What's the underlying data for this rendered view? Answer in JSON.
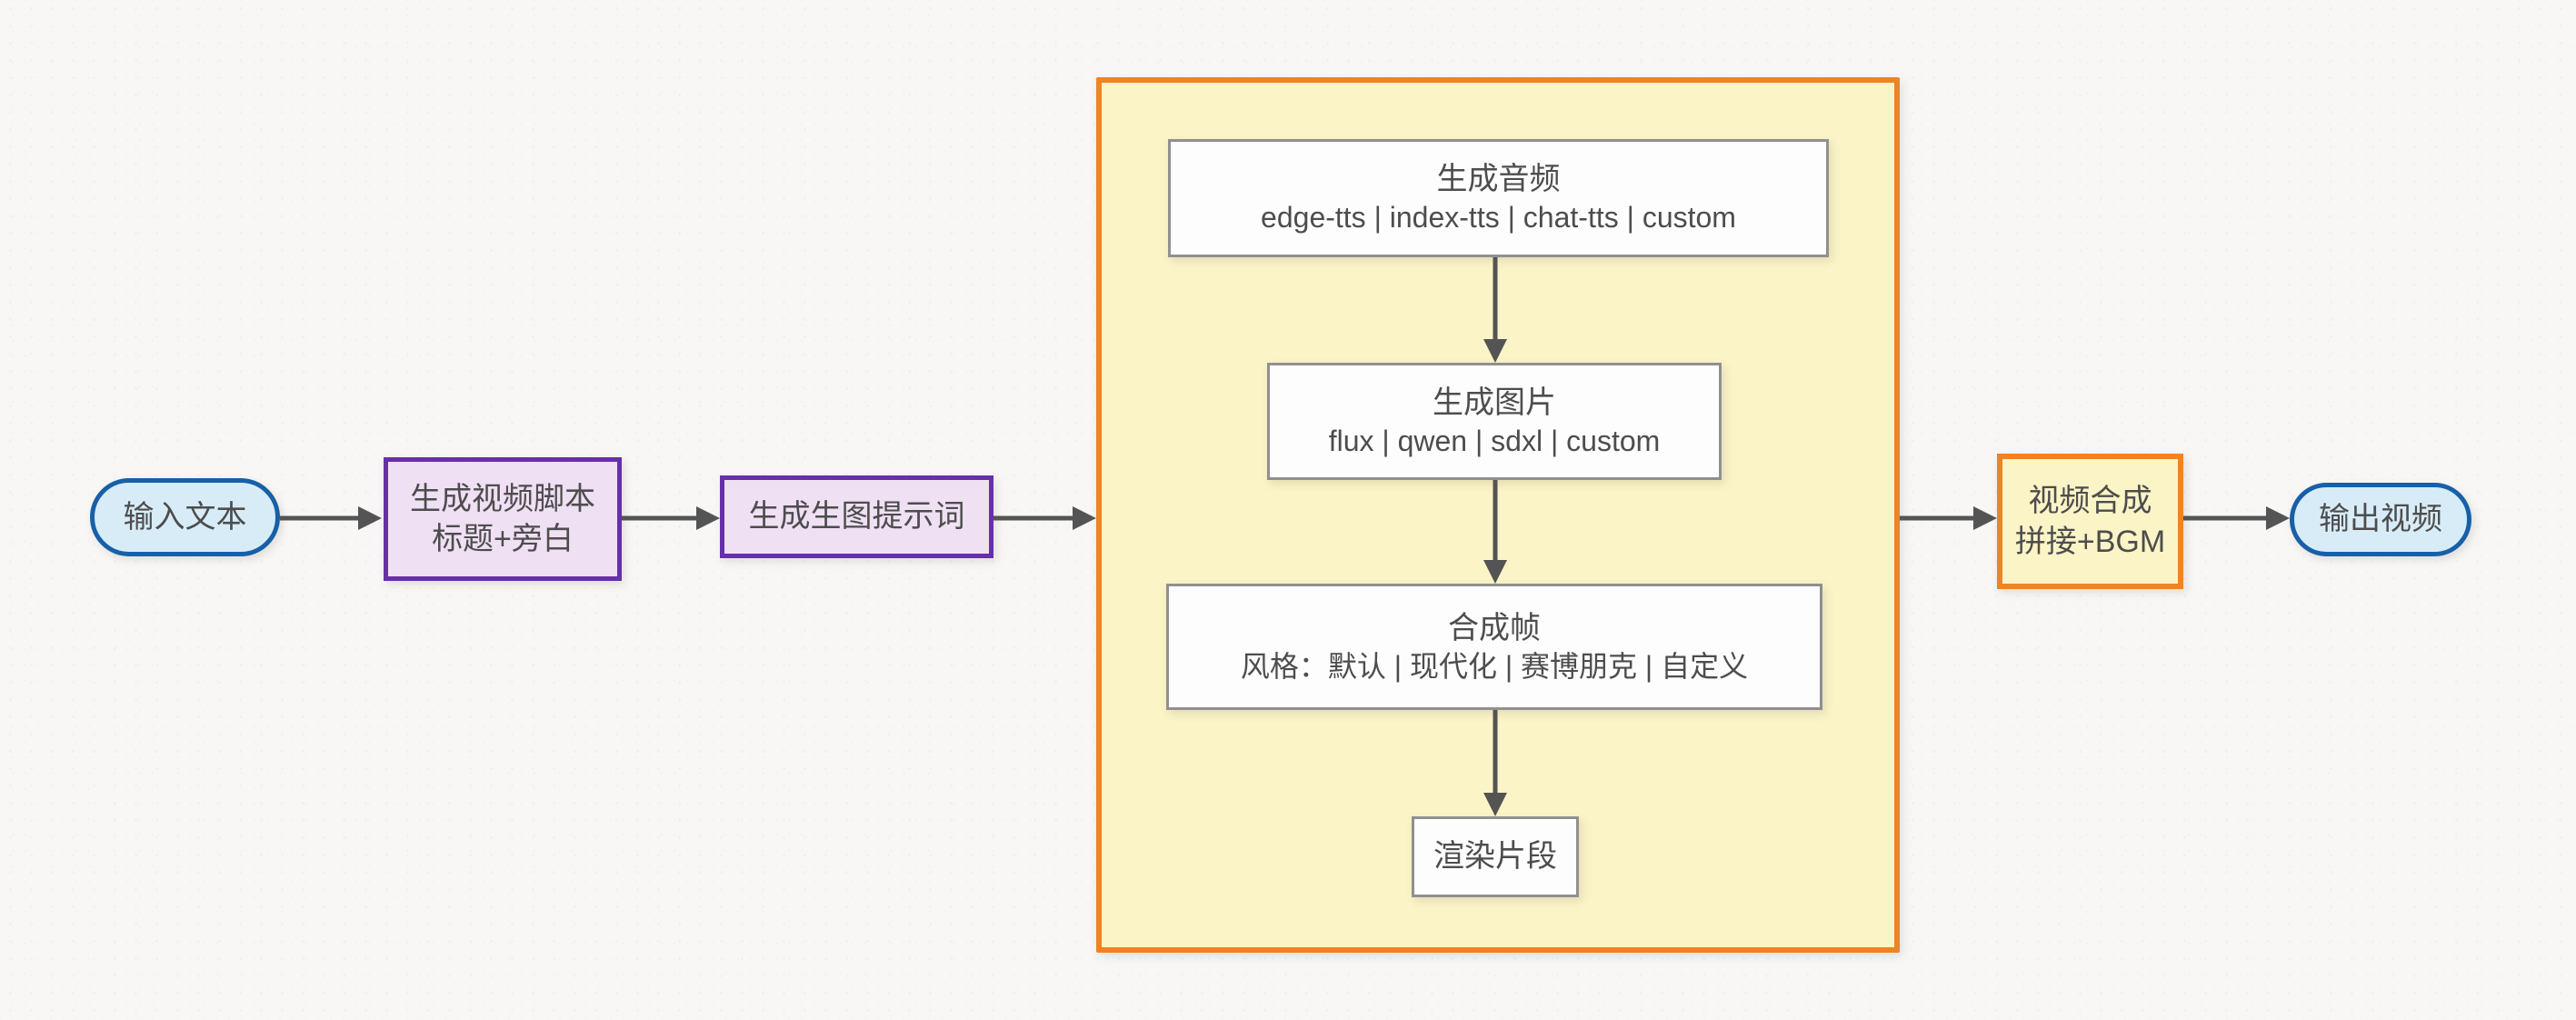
{
  "diagram": {
    "type": "flowchart",
    "direction": "left-to-right"
  },
  "colors": {
    "background": "#f8f7f5",
    "text": "#4d4d4d",
    "arrow": "#545454",
    "stadium_border": "#1760a8",
    "stadium_fill": "#d8ecf8",
    "purple_border": "#6630a8",
    "purple_fill": "#f0e0f4",
    "orange_border": "#ee8423",
    "yellow_fill": "#fbf4c7",
    "white_fill": "#fdfdfd",
    "box_border": "#909090"
  },
  "nodes": {
    "input_text": {
      "label": "输入文本"
    },
    "gen_script": {
      "line1": "生成视频脚本",
      "line2": "标题+旁白"
    },
    "gen_prompt": {
      "label": "生成生图提示词"
    },
    "gen_audio": {
      "title": "生成音频",
      "options": "edge-tts | index-tts | chat-tts | custom"
    },
    "gen_image": {
      "title": "生成图片",
      "options": "flux | qwen | sdxl | custom"
    },
    "compose_frame": {
      "title": "合成帧",
      "options": "风格：默认 | 现代化 | 赛博朋克 | 自定义"
    },
    "render_clip": {
      "label": "渲染片段"
    },
    "video_compose": {
      "line1": "视频合成",
      "line2": "拼接+BGM"
    },
    "output_video": {
      "label": "输出视频"
    }
  }
}
